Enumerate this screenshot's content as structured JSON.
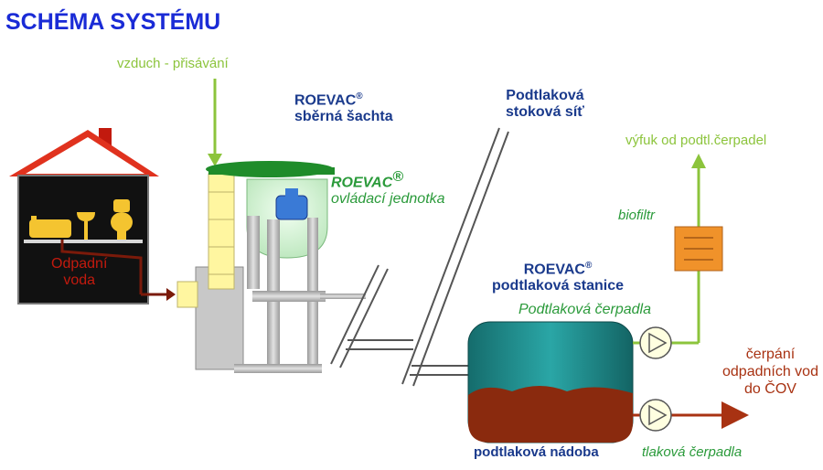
{
  "title": "SCHÉMA SYSTÉMU",
  "labels": {
    "air_intake": "vzduch - přisávání",
    "collection_shaft_brand": "ROEVAC",
    "collection_shaft_reg": "®",
    "collection_shaft_name": "sběrná  šachta",
    "control_unit_brand": "ROEVAC",
    "control_unit_reg": "®",
    "control_unit_name": "ovládací jednotka",
    "vacuum_sewer_line1": "Podtlaková",
    "vacuum_sewer_line2": "stoková síť",
    "pump_exhaust": "výfuk od podtl.čerpadel",
    "biofilter": "biofiltr",
    "station_brand": "ROEVAC",
    "station_reg": "®",
    "station_name": "podtlaková stanice",
    "vacuum_pumps": "Podtlaková čerpadla",
    "pumping_line1": "čerpání",
    "pumping_line2": "odpadních vod",
    "pumping_line3": "do ČOV",
    "vacuum_vessel": "podtlaková nádoba",
    "pressure_pumps": "tlaková čerpadla",
    "wastewater_line1": "Odpadní",
    "wastewater_line2": "voda"
  },
  "colors": {
    "title": "#1a2bd6",
    "label_navy": "#1a3a8c",
    "label_green": "#2a9a3a",
    "label_yellow_green": "#8cc43c",
    "label_red": "#c21a0e",
    "roof": "#e0321e",
    "tank": "#1f8c8c",
    "sludge": "#8a2a0e",
    "biofilter": "#f0922a",
    "pipe": "#b8b8b8",
    "shaft": "#fff6a0"
  }
}
